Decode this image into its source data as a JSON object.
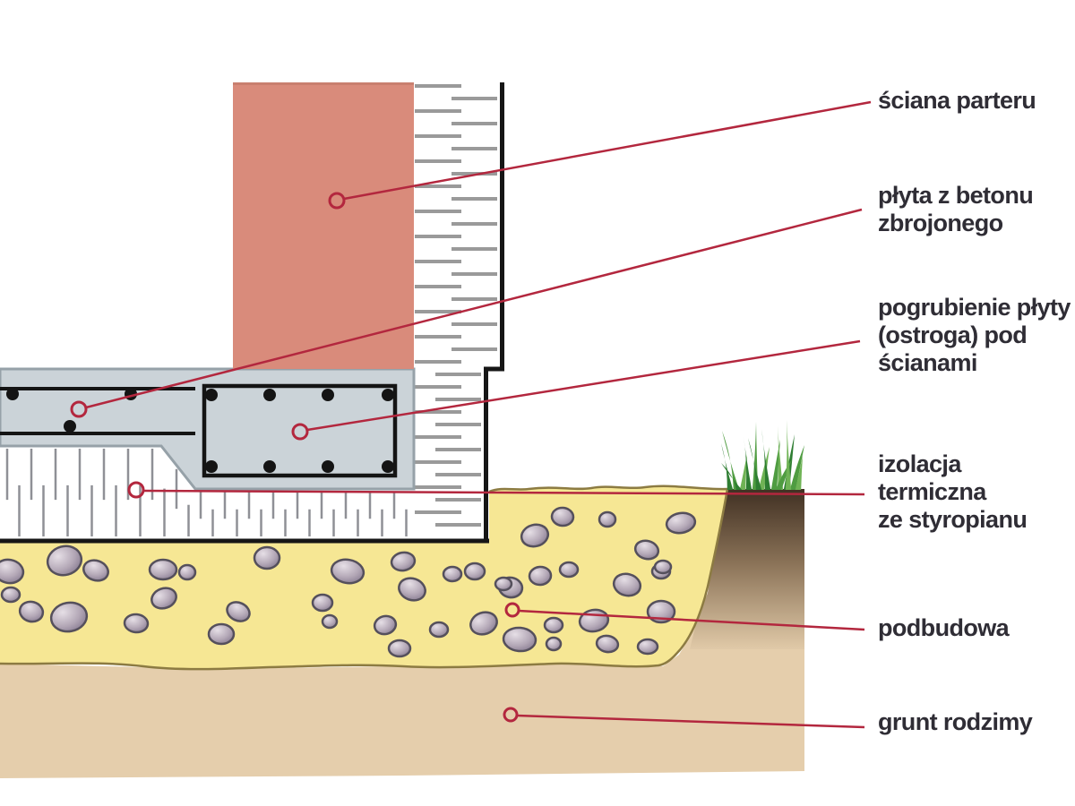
{
  "diagram": {
    "type": "construction-cross-section",
    "language": "pl",
    "labels": {
      "sciana_parteru": "ściana parteru",
      "plyta": "płyta z betonu\nzbrojonego",
      "pogrubienie": "pogrubienie płyty\n(ostroga) pod\nścianami",
      "izolacja": "izolacja\ntermiczna\nze styropianu",
      "podbudowa": "podbudowa",
      "grunt": "grunt rodzimy"
    },
    "parts": [
      "ściana parteru",
      "płyta z betonu zbrojonego",
      "pogrubienie płyty (ostroga) pod ścianami",
      "izolacja termiczna ze styropianu",
      "podbudowa",
      "grunt rodzimy"
    ]
  },
  "colors": {
    "background": "#ffffff",
    "wall": "#d98b7b",
    "wall_edge": "#c97f6f",
    "slab": "#cbd3d8",
    "slab_edge": "#96a1a8",
    "outline": "#161616",
    "rebar": "#141414",
    "insulation_hatch": "#8f9096",
    "strip_hatch": "#9a9a9a",
    "gravel": "#f6e794",
    "gravel_edge": "#8c7b42",
    "stone_edge": "#55505c",
    "soil": "#e5ceac",
    "dark_soil": "#3f2f22",
    "grass": "#3f8b3a",
    "leader": "#b3273e",
    "text": "#2f2d35"
  }
}
